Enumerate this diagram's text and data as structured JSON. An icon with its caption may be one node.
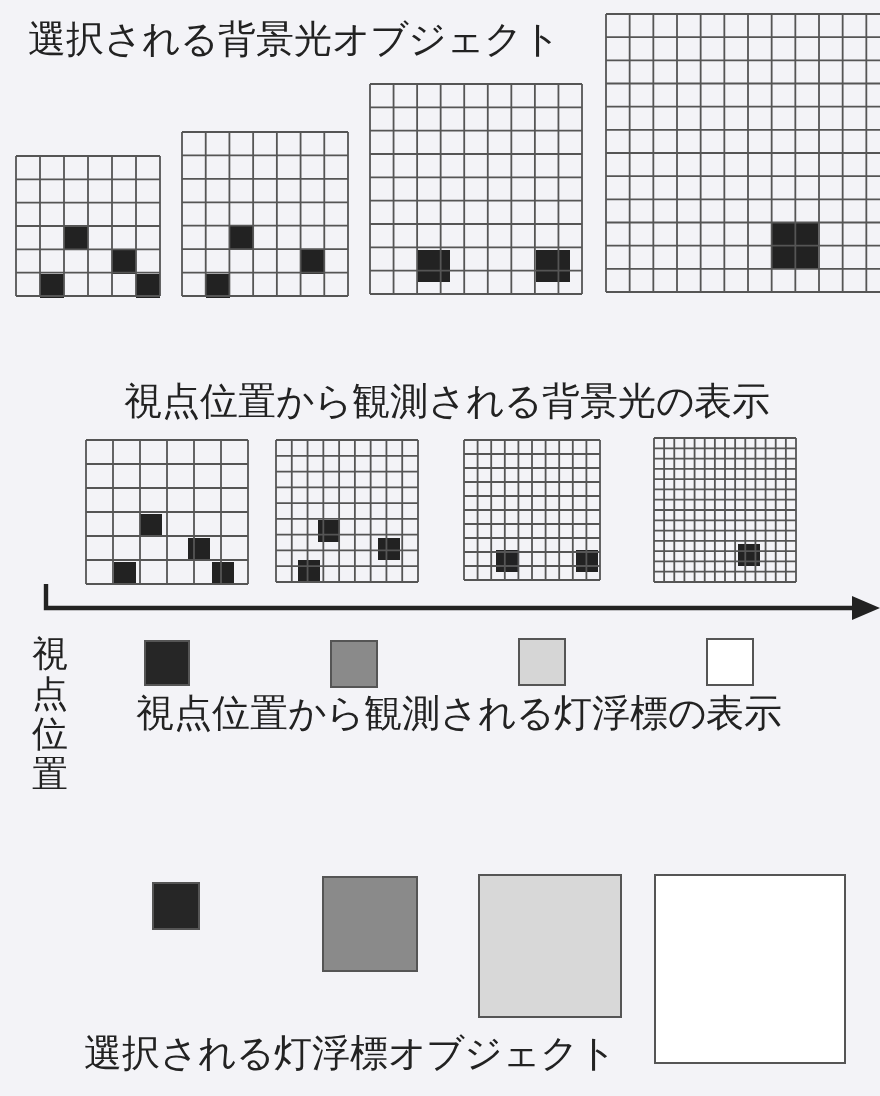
{
  "diagram": {
    "labels": [
      "選択される背景光オブジェクト",
      "視点位置から観測される背景光の表示",
      "視点位置",
      "視点位置から観測される灯浮標の表示",
      "選択される灯浮標オブジェクト"
    ]
  }
}
